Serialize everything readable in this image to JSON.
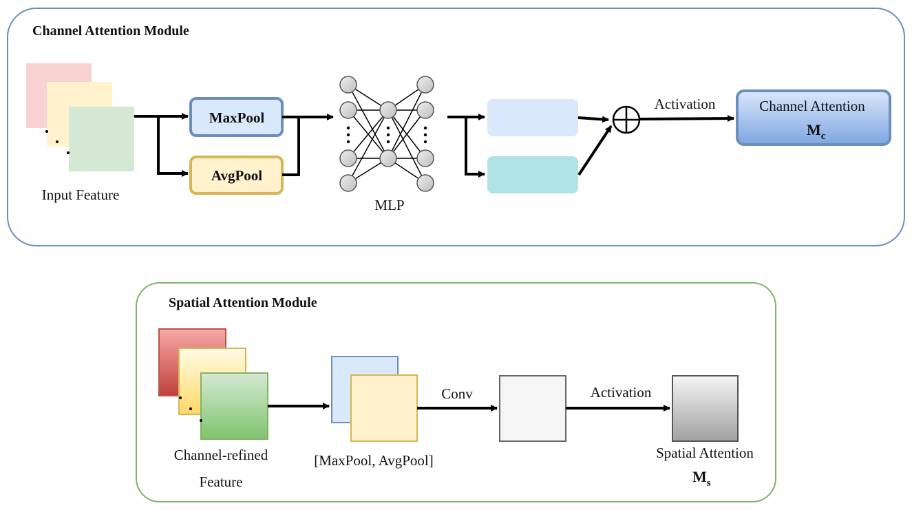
{
  "channel_module": {
    "title": "Channel Attention Module",
    "input_label": "Input Feature",
    "maxpool_label": "MaxPool",
    "avgpool_label": "AvgPool",
    "mlp_label": "MLP",
    "activation_label": "Activation",
    "output_label": "Channel Attention",
    "output_symbol": "M",
    "output_subscript": "c"
  },
  "spatial_module": {
    "title": "Spatial Attention Module",
    "input_label_line1": "Channel-refined",
    "input_label_line2": "Feature",
    "pool_label": "[MaxPool, AvgPool]",
    "conv_label": "Conv",
    "activation_label": "Activation",
    "output_label": "Spatial Attention",
    "output_symbol": "M",
    "output_subscript": "s"
  },
  "colors": {
    "channel_border": "#6c8ebf",
    "spatial_border": "#82b366",
    "maxpool_fill": "#dae8fc",
    "avgpool_fill": "#fff2cc",
    "avgpool_border": "#d6b656",
    "red_map": "#f8cecc",
    "yellow_map": "#fff2cc",
    "green_map": "#d5e8d4",
    "mlp_out_top": "#dae8fc",
    "mlp_out_bottom": "#b0e3e6"
  }
}
